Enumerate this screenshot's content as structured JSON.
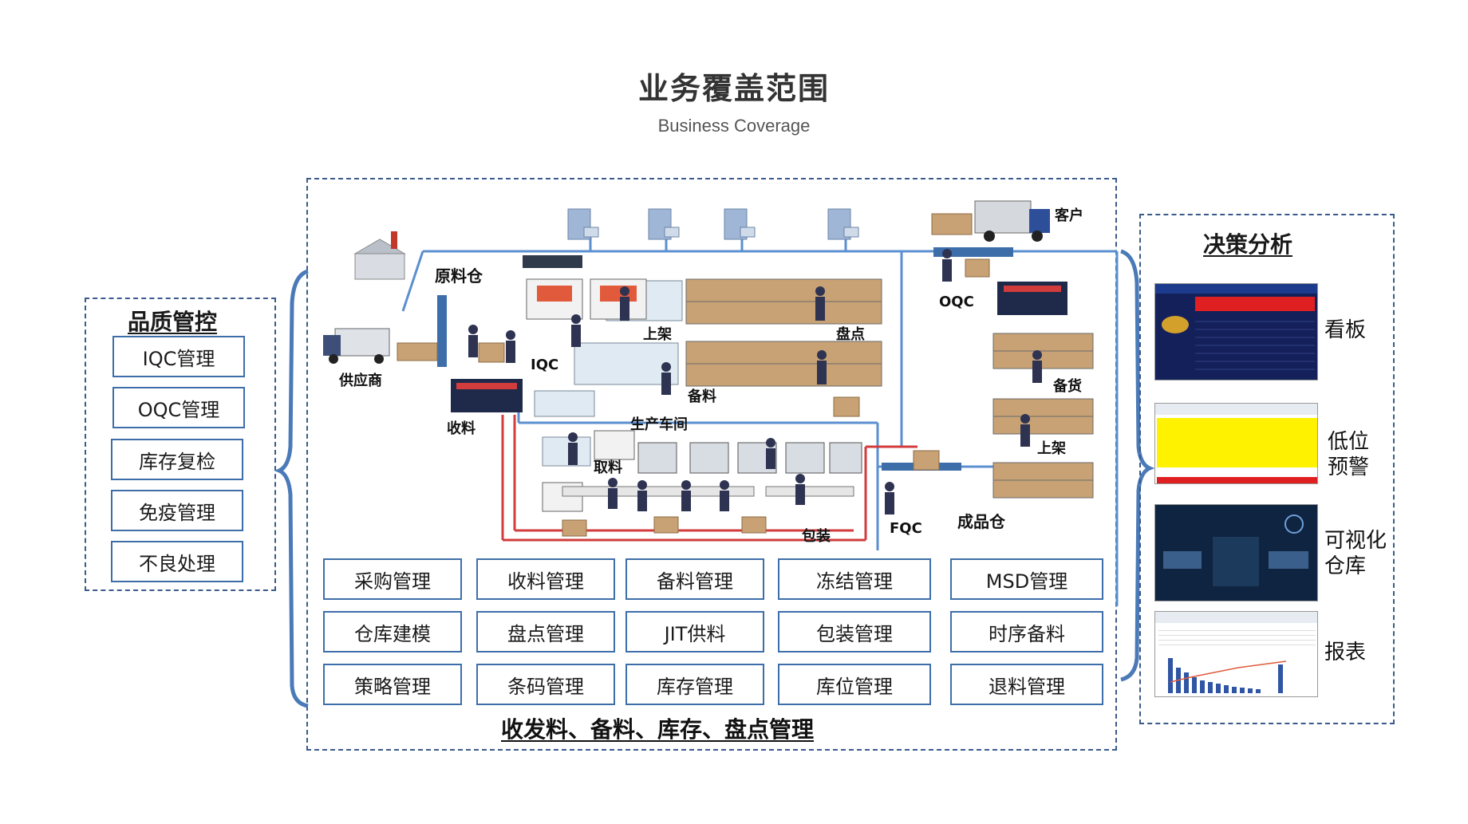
{
  "header": {
    "title": "业务覆盖范围",
    "subtitle": "Business Coverage"
  },
  "left_panel": {
    "title": "品质管控",
    "items": [
      "IQC管理",
      "OQC管理",
      "库存复检",
      "免疫管理",
      "不良处理"
    ]
  },
  "center_panel": {
    "diagram_labels": {
      "raw_warehouse": "原料仓",
      "supplier": "供应商",
      "iqc": "IQC",
      "receiving": "收料",
      "shelving_1": "上架",
      "stocktake": "盘点",
      "prep": "备料",
      "workshop": "生产车间",
      "picking": "取料",
      "packing": "包装",
      "customer": "客户",
      "oqc": "OQC",
      "stocking": "备货",
      "shelving_2": "上架",
      "fqc": "FQC",
      "finished_warehouse": "成品仓"
    },
    "modules": [
      [
        "采购管理",
        "收料管理",
        "备料管理",
        "冻结管理",
        "MSD管理"
      ],
      [
        "仓库建模",
        "盘点管理",
        "JIT供料",
        "包装管理",
        "时序备料"
      ],
      [
        "策略管理",
        "条码管理",
        "库存管理",
        "库位管理",
        "退料管理"
      ]
    ],
    "caption": "收发料、备料、库存、盘点管理"
  },
  "right_panel": {
    "title": "决策分析",
    "items": [
      {
        "label": "看板"
      },
      {
        "label": "低位\n预警"
      },
      {
        "label": "可视化\n仓库"
      },
      {
        "label": "报表"
      }
    ]
  },
  "colors": {
    "accent": "#3e6eaa",
    "dash": "#3a5a8c",
    "redline": "#d23c3c",
    "box": "#c8a275"
  }
}
